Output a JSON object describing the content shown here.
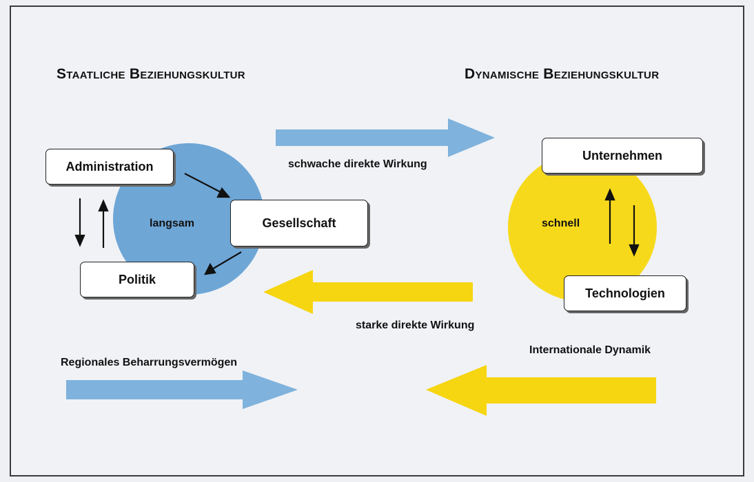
{
  "headings": {
    "left": "Staatliche Beziehungskultur",
    "right": "Dynamische Beziehungskultur"
  },
  "boxes": {
    "administration": "Administration",
    "gesellschaft": "Gesellschaft",
    "politik": "Politik",
    "unternehmen": "Unternehmen",
    "technologien": "Technologien"
  },
  "circles": {
    "left_label": "langsam",
    "right_label": "schnell",
    "left_color": "#6ea6d6",
    "right_color": "#f7d91b"
  },
  "arrows": {
    "weak": "schwache direkte Wirkung",
    "strong": "starke direkte Wirkung",
    "regional": "Regionales Beharrungsvermögen",
    "international": "Internationale Dynamik",
    "blue": "#7fb2dc",
    "yellow": "#f6d511"
  }
}
